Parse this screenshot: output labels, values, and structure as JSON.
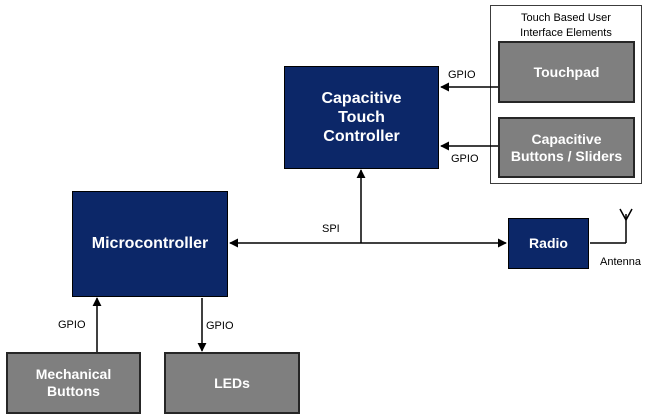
{
  "blocks": {
    "touch_group_label": "Touch Based User\nInterface Elements",
    "touch_controller": "Capacitive\nTouch\nController",
    "microcontroller": "Microcontroller",
    "radio": "Radio",
    "touchpad": "Touchpad",
    "cap_buttons": "Capacitive\nButtons / Sliders",
    "mech_buttons": "Mechanical\nButtons",
    "leds": "LEDs"
  },
  "connections": {
    "gpio_touchpad": "GPIO",
    "gpio_cap_buttons": "GPIO",
    "spi": "SPI",
    "gpio_mech_buttons": "GPIO",
    "gpio_leds": "GPIO",
    "antenna": "Antenna"
  },
  "colors": {
    "controller_fill": "#0c2768",
    "peripheral_fill": "#7f7f7f",
    "text": "#ffffff"
  }
}
